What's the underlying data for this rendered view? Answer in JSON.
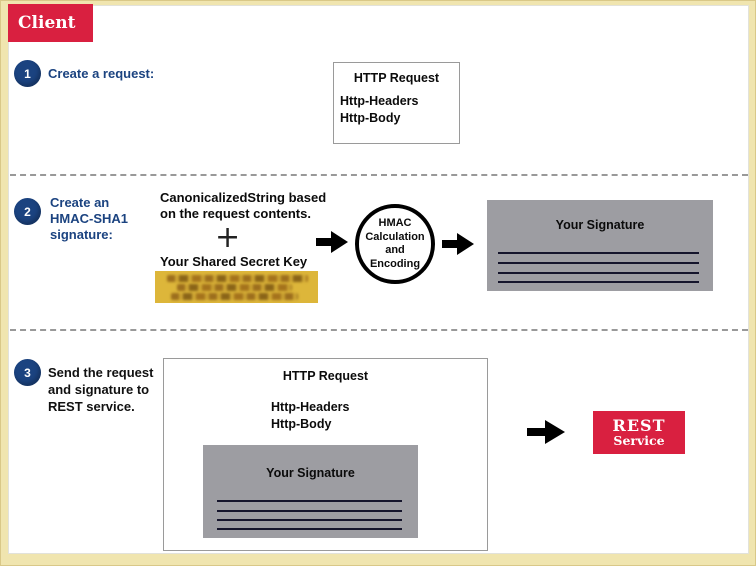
{
  "colors": {
    "background": "#F0E5AF",
    "accent_red": "#D92040",
    "accent_navy": "#1B4380",
    "signature_gray": "#9D9DA2",
    "secret_key_yellow": "#DDB63A"
  },
  "header": {
    "client_label": "Client"
  },
  "step1": {
    "number": "1",
    "label": "Create a request:",
    "http_box": {
      "title": "HTTP Request",
      "lines": [
        "Http-Headers",
        "Http-Body"
      ]
    }
  },
  "step2": {
    "number": "2",
    "label_lines": [
      "Create an",
      "HMAC-SHA1",
      "signature:"
    ],
    "canonical_lines": [
      "CanonicalizedString based",
      "on the request contents."
    ],
    "plus_sign": "+",
    "secret_key_label": "Your Shared Secret Key",
    "hmac_circle_lines": [
      "HMAC",
      "Calculation",
      "and",
      "Encoding"
    ],
    "signature_box_title": "Your Signature"
  },
  "step3": {
    "number": "3",
    "label_lines": [
      "Send the request",
      "and signature to",
      "REST service."
    ],
    "http_box": {
      "title": "HTTP Request",
      "lines": [
        "Http-Headers",
        "Http-Body"
      ]
    },
    "signature_box_title": "Your Signature",
    "rest_box_lines": [
      "REST",
      "Service"
    ]
  }
}
